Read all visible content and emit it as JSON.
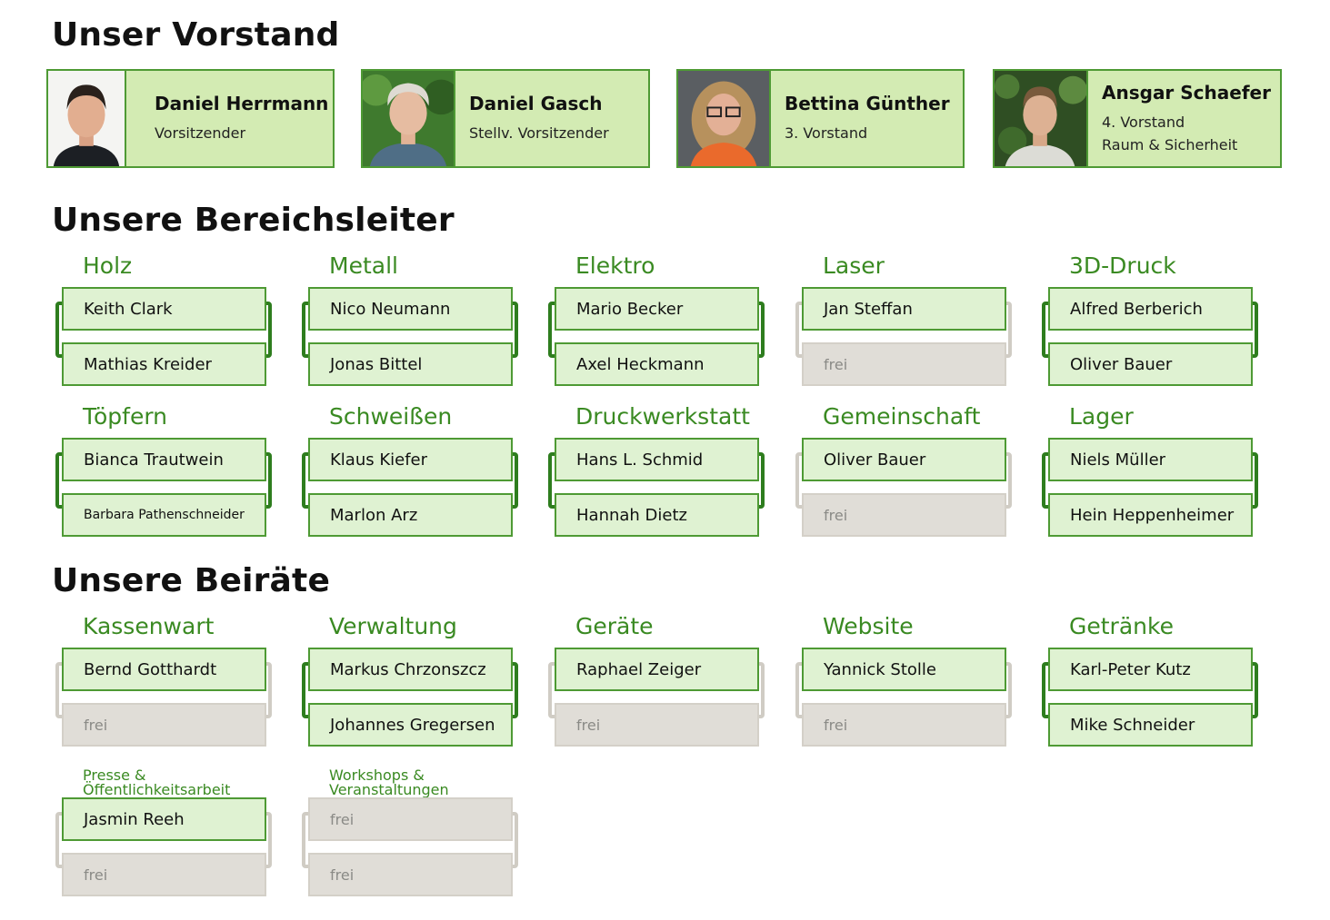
{
  "headings": {
    "vorstand": "Unser Vorstand",
    "bereichsleiter": "Unsere Bereichsleiter",
    "beiraete": "Unsere Beiräte"
  },
  "colors": {
    "accent_green": "#3a8a22",
    "card_fill": "#d3ebb3",
    "member_fill": "#dff2d2",
    "empty_fill": "#e0ddd7"
  },
  "vorstand": [
    {
      "name": "Daniel Herrmann",
      "role": "Vorsitzender",
      "role2": ""
    },
    {
      "name": "Daniel Gasch",
      "role": "Stellv. Vorsitzender",
      "role2": ""
    },
    {
      "name": "Bettina Günther",
      "role": "3. Vorstand",
      "role2": ""
    },
    {
      "name": "Ansgar Schaefer",
      "role": "4. Vorstand",
      "role2": "Raum & Sicherheit"
    }
  ],
  "bereichsleiter": [
    {
      "title": "Holz",
      "members": [
        "Keith Clark",
        "Mathias Kreider"
      ]
    },
    {
      "title": "Metall",
      "members": [
        "Nico Neumann",
        "Jonas Bittel"
      ]
    },
    {
      "title": "Elektro",
      "members": [
        "Mario Becker",
        "Axel Heckmann"
      ]
    },
    {
      "title": "Laser",
      "members": [
        "Jan Steffan",
        "frei"
      ]
    },
    {
      "title": "3D-Druck",
      "members": [
        "Alfred Berberich",
        "Oliver Bauer"
      ]
    },
    {
      "title": "Töpfern",
      "members": [
        "Bianca Trautwein",
        "Barbara Pathenschneider"
      ]
    },
    {
      "title": "Schweißen",
      "members": [
        "Klaus Kiefer",
        "Marlon Arz"
      ]
    },
    {
      "title": "Druckwerkstatt",
      "members": [
        "Hans L. Schmid",
        "Hannah Dietz"
      ]
    },
    {
      "title": "Gemeinschaft",
      "members": [
        "Oliver Bauer",
        "frei"
      ]
    },
    {
      "title": "Lager",
      "members": [
        "Niels Müller",
        "Hein Heppenheimer"
      ]
    }
  ],
  "beiraete": [
    {
      "title": "Kassenwart",
      "members": [
        "Bernd Gotthardt",
        "frei"
      ]
    },
    {
      "title": "Verwaltung",
      "members": [
        "Markus Chrzonszcz",
        "Johannes Gregersen"
      ]
    },
    {
      "title": "Geräte",
      "members": [
        "Raphael Zeiger",
        "frei"
      ]
    },
    {
      "title": "Website",
      "members": [
        "Yannick Stolle",
        "frei"
      ]
    },
    {
      "title": "Getränke",
      "members": [
        "Karl-Peter Kutz",
        "Mike Schneider"
      ]
    },
    {
      "title": "Presse & Öffentlichkeitsarbeit",
      "members": [
        "Jasmin Reeh",
        "frei"
      ]
    },
    {
      "title": "Workshops & Veranstaltungen",
      "members": [
        "frei",
        "frei"
      ]
    }
  ]
}
